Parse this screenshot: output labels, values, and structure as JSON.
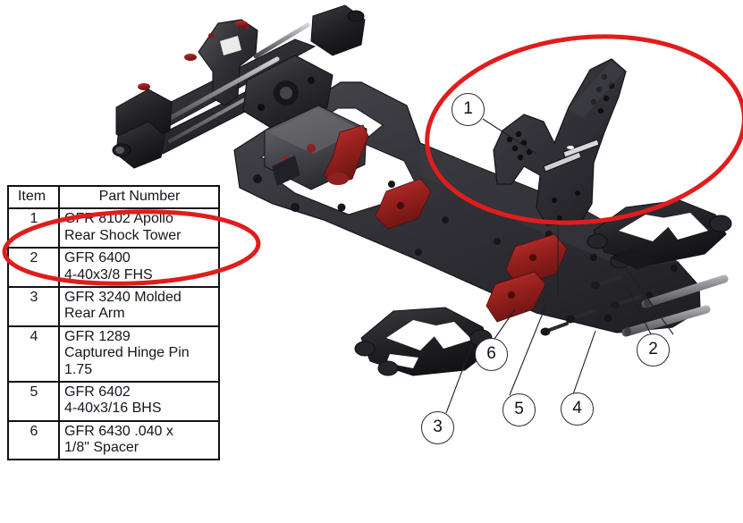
{
  "document": {
    "type": "exploded-assembly-diagram",
    "subject": "GFR Apollo rear suspension / shock tower assembly"
  },
  "parts_table": {
    "headers": {
      "item": "Item",
      "part_number": "Part Number"
    },
    "rows": [
      {
        "item": "1",
        "part_number": "GFR 8102 Apollo\nRear Shock Tower"
      },
      {
        "item": "2",
        "part_number": "GFR 6400\n4-40x3/8 FHS"
      },
      {
        "item": "3",
        "part_number": "GFR 3240 Molded\nRear Arm"
      },
      {
        "item": "4",
        "part_number": "GFR 1289\nCaptured Hinge Pin\n1.75"
      },
      {
        "item": "5",
        "part_number": "GFR 6402\n4-40x3/16 BHS"
      },
      {
        "item": "6",
        "part_number": "GFR 6430 .040 x\n1/8\" Spacer"
      }
    ]
  },
  "callouts": [
    {
      "label": "1",
      "target": "rear-shock-tower"
    },
    {
      "label": "2",
      "target": "flat-head-screw"
    },
    {
      "label": "3",
      "target": "molded-rear-arm"
    },
    {
      "label": "4",
      "target": "captured-hinge-pin"
    },
    {
      "label": "5",
      "target": "button-head-screw"
    },
    {
      "label": "6",
      "target": "spacer"
    }
  ],
  "highlights": [
    {
      "name": "diagram-highlight-ellipse",
      "targets": "callout-1-shock-tower"
    },
    {
      "name": "table-highlight-ellipse",
      "targets": "parts-table-row-1"
    }
  ],
  "colors": {
    "highlight_red": "#e01d1d",
    "table_border": "#111118",
    "text": "#15151f",
    "carbon_dark": "#262629",
    "carbon_mid": "#3a3a3e",
    "anodized_red": "#9e1f1f",
    "metal": "#8a8a8e",
    "background": "#ffffff"
  }
}
